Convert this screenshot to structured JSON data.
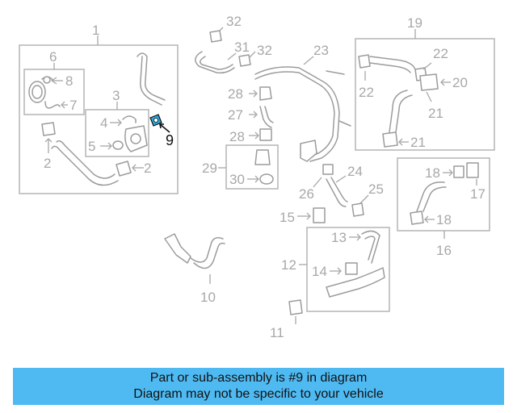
{
  "callouts": {
    "c1": "1",
    "c2a": "2",
    "c2b": "2",
    "c3": "3",
    "c4": "4",
    "c5": "5",
    "c6": "6",
    "c7": "7",
    "c8": "8",
    "c9": "9",
    "c10": "10",
    "c11": "11",
    "c12": "12",
    "c13": "13",
    "c14": "14",
    "c15": "15",
    "c16": "16",
    "c17": "17",
    "c18a": "18",
    "c18b": "18",
    "c19": "19",
    "c20": "20",
    "c21a": "21",
    "c21b": "21",
    "c22a": "22",
    "c22b": "22",
    "c23": "23",
    "c24": "24",
    "c25": "25",
    "c26": "26",
    "c27": "27",
    "c28a": "28",
    "c28b": "28",
    "c29": "29",
    "c30": "30",
    "c31": "31",
    "c32a": "32",
    "c32b": "32"
  },
  "highlight": {
    "part_number": "9",
    "color": "#2fa6d8"
  },
  "banner": {
    "line1": "Part or sub-assembly is #9 in diagram",
    "line2": "Diagram may not be specific to your vehicle",
    "background": "#4fbaf2"
  }
}
